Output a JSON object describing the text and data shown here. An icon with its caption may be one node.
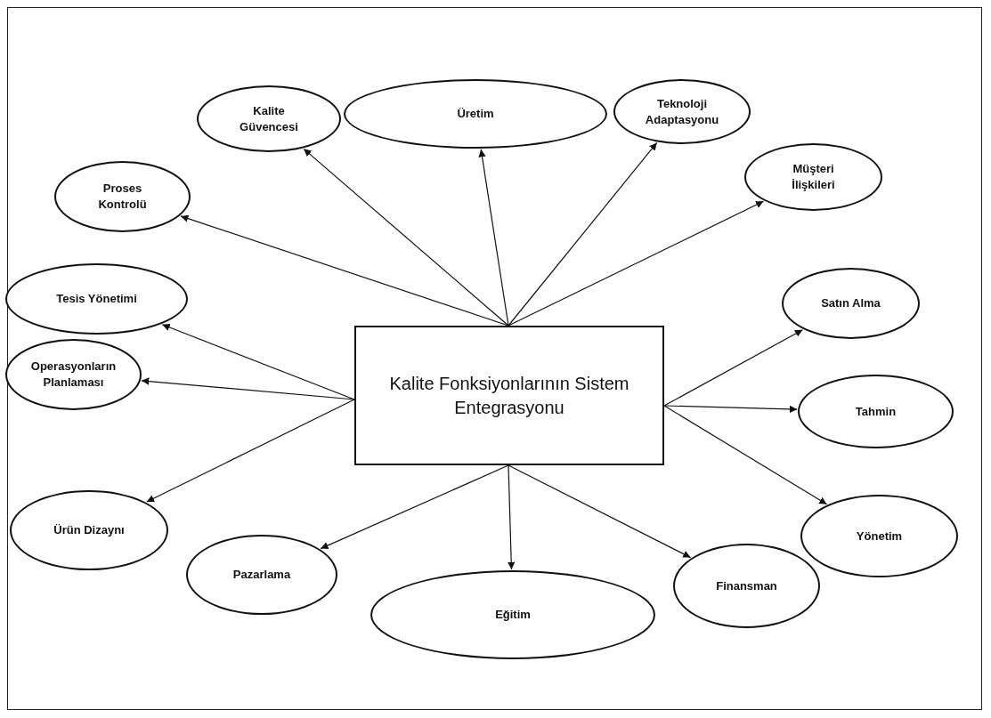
{
  "diagram": {
    "nodes": [
      {
        "text": [
          "Kalite Fonksiyonlarının Sistem Entegrasyonu"
        ]
      },
      {
        "text": [
          "Üretim"
        ]
      },
      {
        "text": [
          "Kalite Güvencesi"
        ]
      },
      {
        "text": [
          "Teknoloji Adaptasyonu"
        ]
      },
      {
        "text": [
          "Proses Kontrolü"
        ]
      },
      {
        "text": [
          "Müşteri İlişkileri"
        ]
      },
      {
        "text": [
          "Tesis Yönetimi"
        ]
      },
      {
        "text": [
          "Satın Alma"
        ]
      },
      {
        "text": [
          "Operasyonların Planlaması"
        ]
      },
      {
        "text": [
          "Tahmin"
        ]
      },
      {
        "text": [
          "Ürün Dizaynı"
        ]
      },
      {
        "text": [
          "Yönetim"
        ]
      },
      {
        "text": [
          "Pazarlama"
        ]
      },
      {
        "text": [
          "Eğitim"
        ]
      },
      {
        "text": [
          "Finansman"
        ]
      }
    ],
    "edges": [
      {
        "from": 0,
        "to": 1,
        "arrow": "to"
      },
      {
        "from": 0,
        "to": 2,
        "arrow": "to"
      },
      {
        "from": 0,
        "to": 3,
        "arrow": "to"
      },
      {
        "from": 0,
        "to": 4,
        "arrow": "to"
      },
      {
        "from": 0,
        "to": 5,
        "arrow": "to"
      },
      {
        "from": 0,
        "to": 6,
        "arrow": "to"
      },
      {
        "from": 0,
        "to": 7,
        "arrow": "to"
      },
      {
        "from": 0,
        "to": 8,
        "arrow": "to"
      },
      {
        "from": 0,
        "to": 9,
        "arrow": "to"
      },
      {
        "from": 0,
        "to": 10,
        "arrow": "to"
      },
      {
        "from": 0,
        "to": 11,
        "arrow": "to"
      },
      {
        "from": 0,
        "to": 12,
        "arrow": "to"
      },
      {
        "from": 0,
        "to": 13,
        "arrow": "to"
      },
      {
        "from": 0,
        "to": 14,
        "arrow": "to"
      }
    ]
  }
}
